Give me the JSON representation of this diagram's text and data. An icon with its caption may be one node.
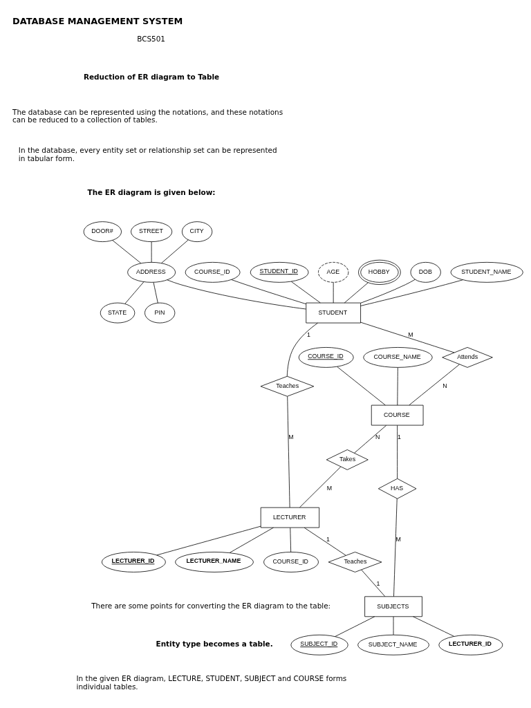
{
  "diagram": {
    "title": "DATABASE MANAGEMENT SYSTEM",
    "nodes": [
      {
        "text": [
          "DOOR#"
        ]
      },
      {
        "text": [
          "STREET"
        ]
      },
      {
        "text": [
          "CITY"
        ]
      },
      {
        "text": [
          "STATE"
        ]
      },
      {
        "text": [
          "PIN"
        ]
      },
      {
        "text": [
          "COURSE_ID"
        ]
      },
      {
        "text": [
          "STUDENT_NAME"
        ]
      },
      {
        "text": [
          "ADDRESS"
        ]
      },
      {
        "text": [
          "COURSE_ID"
        ]
      },
      {
        "text": [
          "COURSE_NAME"
        ]
      },
      {
        "text": [
          "STUDENT_ID"
        ]
      },
      {
        "text": [
          "STUDENT"
        ]
      },
      {
        "text": [
          "Attends"
        ]
      },
      {
        "text": [
          "COURSE"
        ]
      },
      {
        "text": [
          "AGE"
        ]
      },
      {
        "text": [
          "Takes"
        ]
      },
      {
        "text": [
          "HOBBY"
        ]
      },
      {
        "text": [
          "Teaches"
        ]
      },
      {
        "text": [
          "HAS"
        ]
      },
      {
        "text": [
          "DOB"
        ]
      },
      {
        "text": [
          "LECTURER_ID"
        ]
      },
      {
        "text": [
          "LECTURER"
        ]
      },
      {
        "text": [
          "Teaches"
        ]
      },
      {
        "text": [
          "SUBJECTS"
        ]
      },
      {
        "text": [
          "SUBJECT_ID"
        ]
      },
      {
        "text": [
          "SUBJECT_NAME"
        ]
      },
      {
        "text": [
          "LECTURER_ID"
        ]
      },
      {
        "text": [
          "LECTURER_NAME"
        ]
      },
      {
        "text": [
          "COURSE_ID"
        ]
      }
    ],
    "edges": [
      {
        "from": 0,
        "to": 7,
        "arrow": "none"
      },
      {
        "from": 1,
        "to": 7,
        "arrow": "none"
      },
      {
        "from": 2,
        "to": 7,
        "arrow": "none"
      },
      {
        "from": 7,
        "to": 3,
        "arrow": "none"
      },
      {
        "from": 7,
        "to": 4,
        "arrow": "none"
      },
      {
        "from": 7,
        "to": 11,
        "arrow": "none"
      },
      {
        "from": 6,
        "to": 11,
        "arrow": "none"
      },
      {
        "from": 8,
        "to": 11,
        "arrow": "none"
      },
      {
        "from": 10,
        "to": 11,
        "arrow": "none"
      },
      {
        "from": 14,
        "to": 11,
        "arrow": "none"
      },
      {
        "from": 16,
        "to": 11,
        "arrow": "none"
      },
      {
        "from": 19,
        "to": 11,
        "arrow": "none"
      },
      {
        "from": 5,
        "to": 13,
        "arrow": "none"
      },
      {
        "from": 9,
        "to": 13,
        "arrow": "none"
      },
      {
        "from": 11,
        "to": 12,
        "arrow": "none",
        "label": "M"
      },
      {
        "from": 12,
        "to": 13,
        "arrow": "none",
        "label": "N"
      },
      {
        "from": 11,
        "to": 17,
        "arrow": "none",
        "label": "1"
      },
      {
        "from": 17,
        "to": 21,
        "arrow": "none",
        "label": "M"
      },
      {
        "from": 13,
        "to": 15,
        "arrow": "none",
        "label": "N"
      },
      {
        "from": 15,
        "to": 21,
        "arrow": "none",
        "label": "M"
      },
      {
        "from": 13,
        "to": 18,
        "arrow": "none",
        "label": "1"
      },
      {
        "from": 18,
        "to": 23,
        "arrow": "none",
        "label": "M"
      },
      {
        "from": 21,
        "to": 22,
        "arrow": "none",
        "label": "1"
      },
      {
        "from": 22,
        "to": 23,
        "arrow": "none",
        "label": "1"
      },
      {
        "from": 23,
        "to": 20,
        "arrow": "none"
      },
      {
        "from": 23,
        "to": 24,
        "arrow": "none"
      },
      {
        "from": 23,
        "to": 25,
        "arrow": "none"
      },
      {
        "from": 21,
        "to": 26,
        "arrow": "none"
      },
      {
        "from": 21,
        "to": 27,
        "arrow": "none"
      },
      {
        "from": 21,
        "to": 28,
        "arrow": "none"
      }
    ],
    "labels": [
      "BCS501",
      "Reduction of ER diagram to Table",
      "The database can be represented using the notations, and these notations can be reduced to a collection of tables.",
      "In the database, every entity set or relationship set can be represented in tabular form.",
      "The ER diagram is given below:",
      "There are some points for converting the ER diagram to the table:",
      "Entity type becomes a table.",
      "In the given ER diagram, LECTURE, STUDENT, SUBJECT and COURSE forms individual tables."
    ]
  }
}
